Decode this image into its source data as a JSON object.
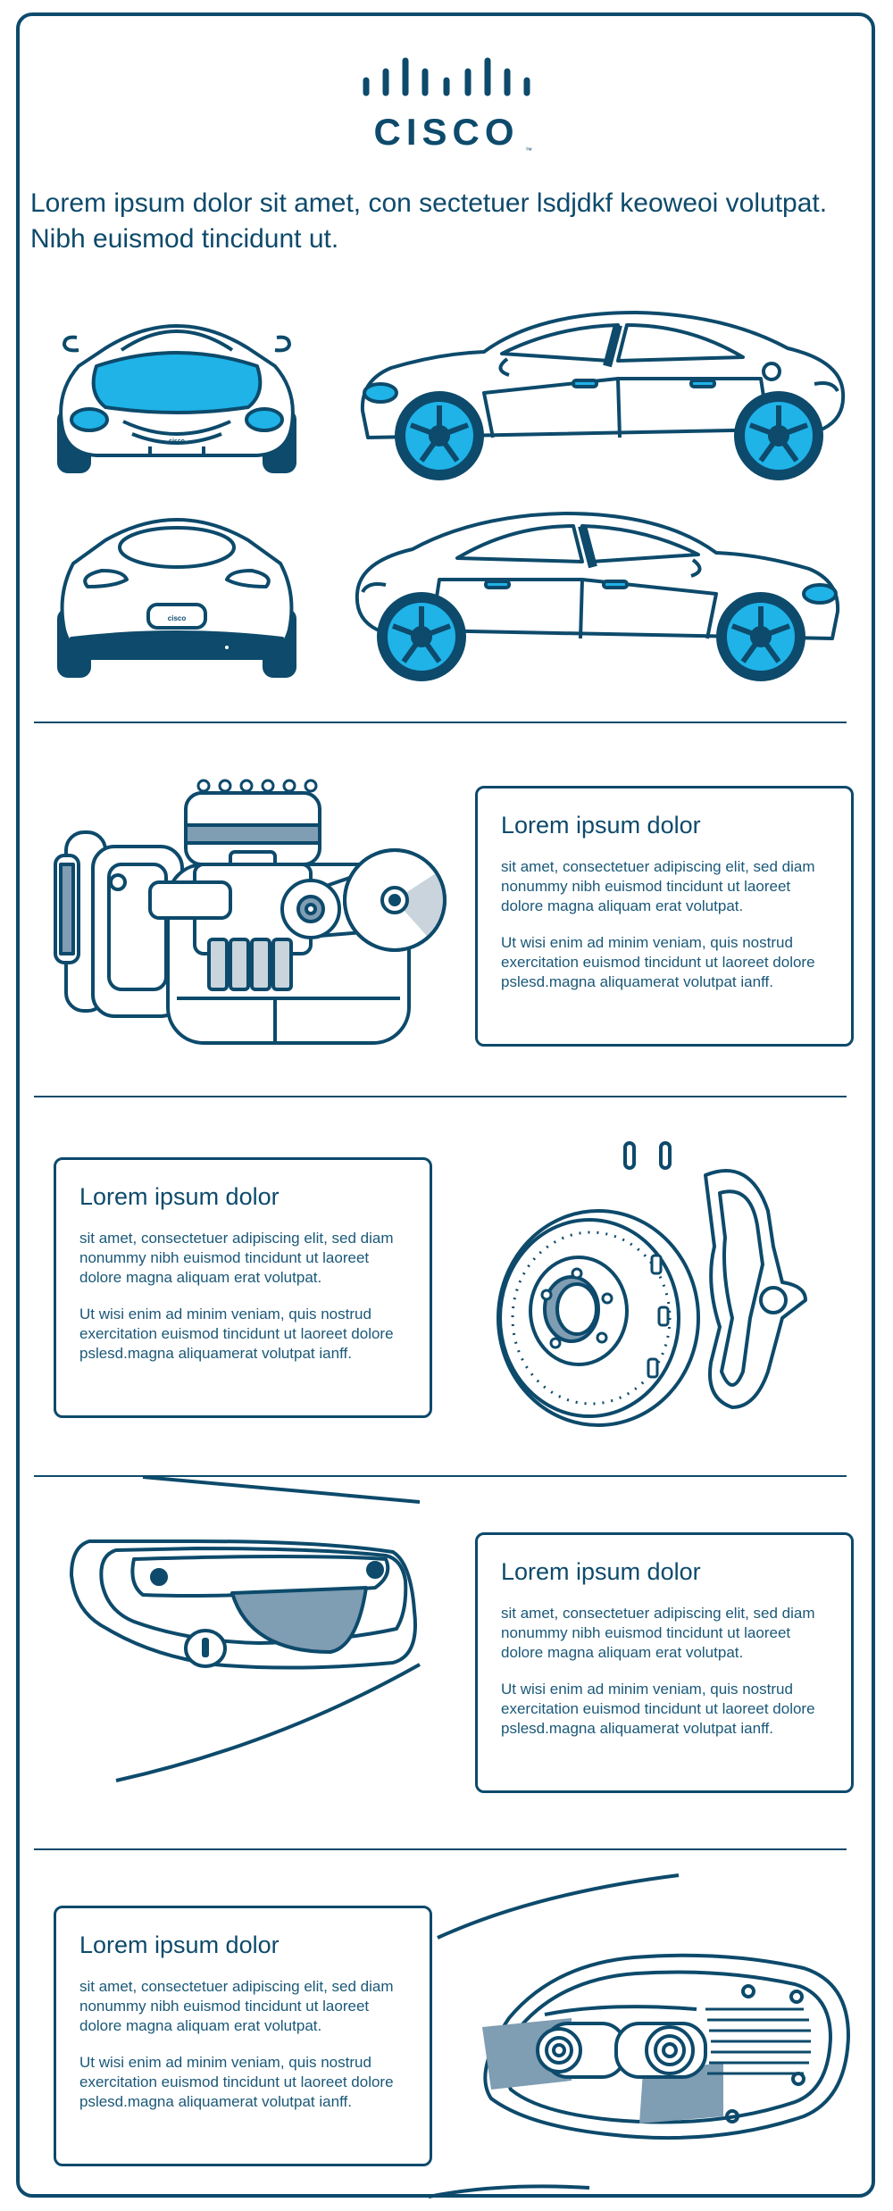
{
  "brand": {
    "logo_text": "CISCO",
    "trademark": "™"
  },
  "headline": "Lorem ipsum dolor sit amet, con sectetuer lsdjdkf keoweoi volutpat. Nibh euismod tincidunt ut.",
  "car_badge": "cisco",
  "sections": [
    {
      "title": "Lorem ipsum dolor",
      "para1": "sit amet, consectetuer adipiscing elit, sed diam nonummy nibh euismod tincidunt ut laoreet dolore magna aliquam erat volutpat.",
      "para2": "Ut wisi enim ad minim veniam, quis nostrud exercitation euismod tincidunt ut laoreet dolore pslesd.magna aliquamerat volutpat ianff."
    },
    {
      "title": "Lorem ipsum dolor",
      "para1": "sit amet, consectetuer adipiscing elit, sed diam nonummy nibh euismod tincidunt ut laoreet dolore magna aliquam erat volutpat.",
      "para2": "Ut wisi enim ad minim veniam, quis nostrud exercitation euismod tincidunt ut laoreet dolore pslesd.magna aliquamerat volutpat ianff."
    },
    {
      "title": "Lorem ipsum dolor",
      "para1": "sit amet, consectetuer adipiscing elit, sed diam nonummy nibh euismod tincidunt ut laoreet dolore magna aliquam erat volutpat.",
      "para2": "Ut wisi enim ad minim veniam, quis nostrud exercitation euismod tincidunt ut laoreet dolore pslesd.magna aliquamerat volutpat ianff."
    },
    {
      "title": "Lorem ipsum dolor",
      "para1": "sit amet, consectetuer adipiscing elit, sed diam nonummy nibh euismod tincidunt ut laoreet dolore magna aliquam erat volutpat.",
      "para2": "Ut wisi enim ad minim veniam, quis nostrud exercitation euismod tincidunt ut laoreet dolore pslesd.magna aliquamerat volutpat ianff."
    }
  ],
  "colors": {
    "navy": "#0d4a6b",
    "cyan": "#1fb3e8",
    "gray_blue": "#7f9db3",
    "light_gray": "#c9d4dc"
  }
}
